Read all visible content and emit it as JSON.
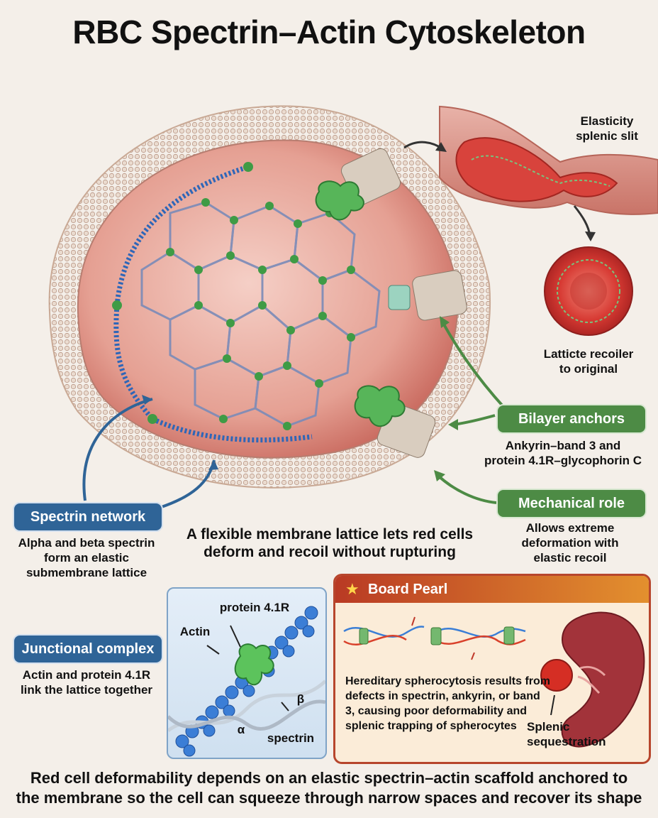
{
  "title": "RBC Spectrin–Actin Cytoskeleton",
  "splenic_slit": {
    "label": "Elasticity\nsplenic slit"
  },
  "recoil": {
    "label": "Latticte recoiler\nto original"
  },
  "bilayer_anchors": {
    "heading": "Bilayer anchors",
    "text": "Ankyrin–band 3 and\nprotein 4.1R–glycophorin C"
  },
  "mechanical_role": {
    "heading": "Mechanical role",
    "text": "Allows extreme\ndeformation with\nelastic recoil"
  },
  "spectrin_network": {
    "heading": "Spectrin network",
    "text": "Alpha and beta spectrin\nform an elastic\nsubmembrane lattice"
  },
  "center_caption": "A flexible membrane lattice lets red cells\ndeform and recoil without rupturing",
  "junctional_complex": {
    "heading": "Junctional complex",
    "text": "Actin and protein 4.1R\nlink the lattice together"
  },
  "inset": {
    "protein": "protein 4.1R",
    "actin": "Actin",
    "beta": "β",
    "alpha": "α",
    "spectrin": "spectrin"
  },
  "board_pearl": {
    "heading": "Board Pearl",
    "text": "Hereditary spherocytosis results from defects in spectrin, ankyrin, or band 3, causing poor deformability and splenic trapping of spherocytes",
    "spleen_label": "Splenic\nsequestration"
  },
  "bottom_caption": "Red cell deformability depends on an elastic spectrin–actin scaffold anchored to\nthe membrane so the cell can squeeze through narrow spaces and recover its shape",
  "colors": {
    "green": "#4d8b45",
    "blue": "#2f6497",
    "pearl_border": "#b7462d",
    "cell": "#e8a49a"
  }
}
